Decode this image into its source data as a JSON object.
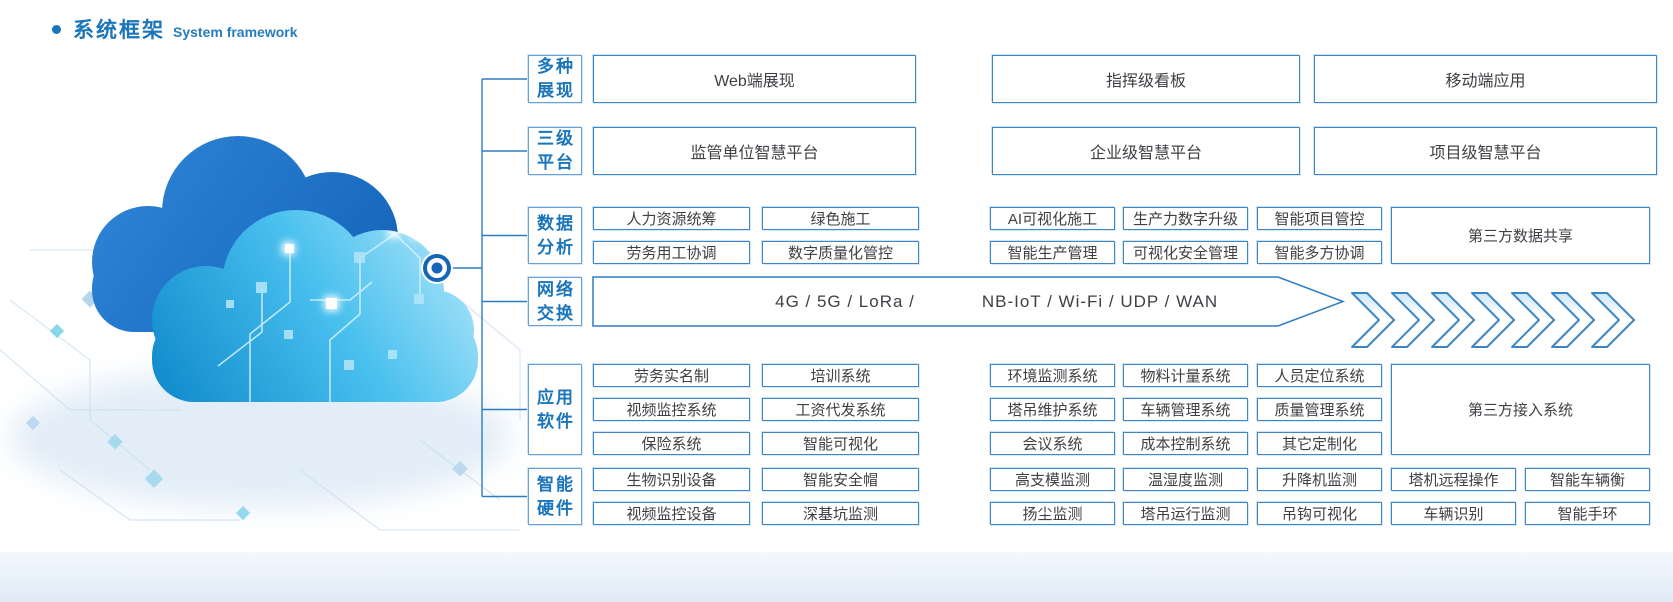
{
  "title": {
    "bullet": "•",
    "zh": "系统框架",
    "en": "System framework"
  },
  "colors": {
    "accent": "#1b75bb",
    "connector_line": "#2e7cc0",
    "box_border": "#3e86c5",
    "box_text": "#3f4045",
    "cloud_dark": "#0f5db3",
    "cloud_light": "#49c0ee"
  },
  "rows": [
    {
      "label_lines": [
        "多种",
        "展现"
      ],
      "kind": "banner",
      "banners": [
        "Web端展现",
        "指挥级看板",
        "移动端应用"
      ]
    },
    {
      "label_lines": [
        "三级",
        "平台"
      ],
      "kind": "banner",
      "banners": [
        "监管单位智慧平台",
        "企业级智慧平台",
        "项目级智慧平台"
      ]
    },
    {
      "label_lines": [
        "数据",
        "分析"
      ],
      "kind": "grid",
      "left_rows": [
        [
          "人力资源统筹",
          "绿色施工"
        ],
        [
          "劳务用工协调",
          "数字质量化管控"
        ]
      ],
      "right_rows": [
        [
          "AI可视化施工",
          "生产力数字升级",
          "智能项目管控"
        ],
        [
          "智能生产管理",
          "可视化安全管理",
          "智能多方协调"
        ]
      ],
      "wide_box": "第三方数据共享"
    },
    {
      "label_lines": [
        "网络",
        "交换"
      ],
      "kind": "network",
      "segment_left": "4G / 5G / LoRa /",
      "segment_right": "NB-IoT / Wi-Fi / UDP / WAN",
      "chevron_count": 7
    },
    {
      "label_lines": [
        "应用",
        "软件"
      ],
      "kind": "grid",
      "left_rows": [
        [
          "劳务实名制",
          "培训系统"
        ],
        [
          "视频监控系统",
          "工资代发系统"
        ],
        [
          "保险系统",
          "智能可视化"
        ]
      ],
      "right_rows": [
        [
          "环境监测系统",
          "物料计量系统",
          "人员定位系统"
        ],
        [
          "塔吊维护系统",
          "车辆管理系统",
          "质量管理系统"
        ],
        [
          "会议系统",
          "成本控制系统",
          "其它定制化"
        ]
      ],
      "wide_box": "第三方接入系统"
    },
    {
      "label_lines": [
        "智能",
        "硬件"
      ],
      "kind": "hardware",
      "rows": [
        [
          "生物识别设备",
          "智能安全帽",
          "高支模监测",
          "温湿度监测",
          "升降机监测",
          "塔机远程操作",
          "智能车辆衡"
        ],
        [
          "视频监控设备",
          "深基坑监测",
          "扬尘监测",
          "塔吊运行监测",
          "吊钩可视化",
          "车辆识别",
          "智能手环"
        ]
      ]
    }
  ]
}
